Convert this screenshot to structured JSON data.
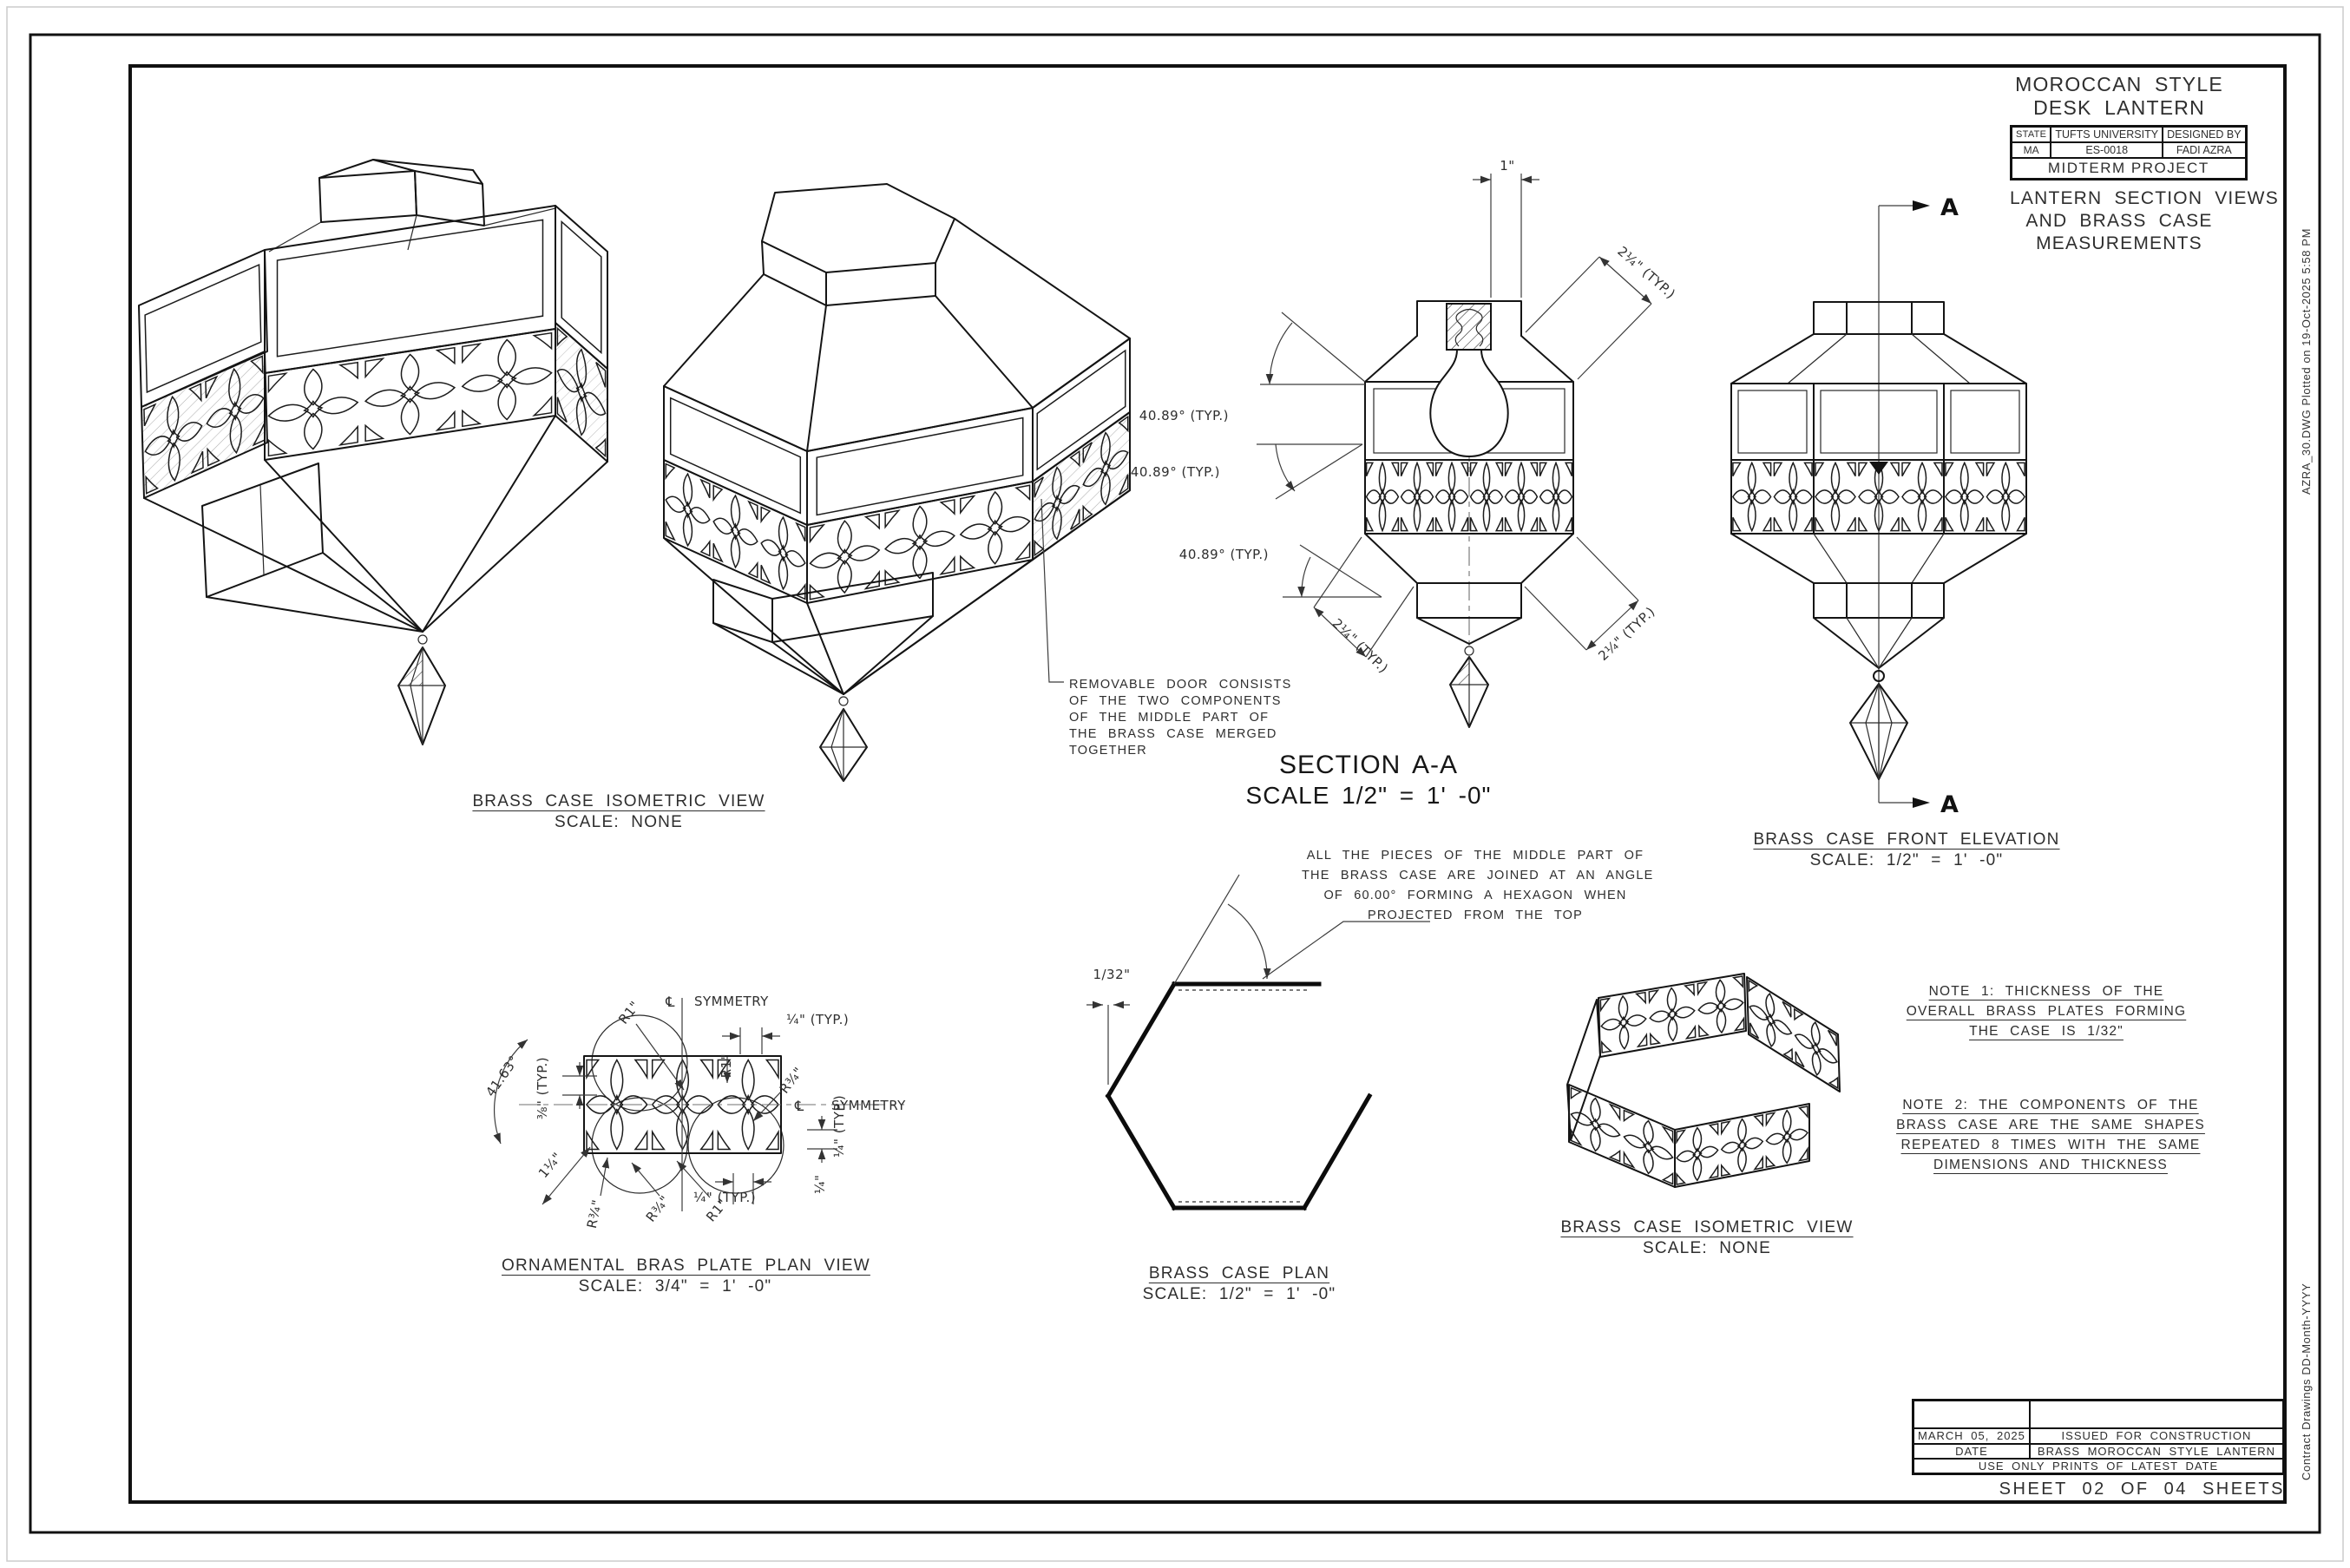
{
  "titleblock": {
    "title1": "MOROCCAN STYLE",
    "title2": "DESK LANTERN",
    "state_label": "STATE",
    "university": "TUFTS UNIVERSITY",
    "designed_by_label": "DESIGNED BY",
    "state_value": "MA",
    "course_code": "ES-0018",
    "designer": "FADI AZRA",
    "project": "MIDTERM PROJECT",
    "subtitle1": "LANTERN SECTION VIEWS",
    "subtitle2": "AND BRASS CASE",
    "subtitle3": "MEASUREMENTS"
  },
  "margins": {
    "plot_info": "AZRA_30.DWG      Plotted on  19-Oct-2025  5:58 PM",
    "contract_info": "Contract Drawings    DD-Month-YYYY"
  },
  "revblock": {
    "date_value": "MARCH 05, 2025",
    "issued_for": "ISSUED FOR CONSTRUCTION",
    "date_label": "DATE",
    "description": "BRASS MOROCCAN STYLE LANTERN",
    "use_note": "USE ONLY PRINTS OF LATEST DATE",
    "sheet_info": "SHEET 02 OF 04 SHEETS"
  },
  "captions": {
    "iso_title": "BRASS CASE ISOMETRIC VIEW",
    "scale_none": "SCALE: NONE",
    "section_title": "SECTION A-A",
    "section_scale": "SCALE 1/2\" = 1' -0\"",
    "elevation_title": "BRASS CASE FRONT ELEVATION",
    "scale_half": "SCALE: 1/2\" = 1' -0\"",
    "plate_title": "ORNAMENTAL BRAS PLATE PLAN VIEW",
    "plate_scale": "SCALE: 3/4\" = 1' -0\"",
    "plan_title": "BRASS CASE PLAN"
  },
  "notes": {
    "door_line1": "REMOVABLE DOOR CONSISTS",
    "door_line2": "OF THE TWO COMPONENTS",
    "door_line3": "OF THE MIDDLE PART OF",
    "door_line4": "THE BRASS CASE MERGED",
    "door_line5": "TOGETHER",
    "hex_line1": "ALL THE PIECES OF THE MIDDLE PART OF",
    "hex_line2": "THE BRASS CASE ARE JOINED AT AN ANGLE",
    "hex_line3": "OF 60.00° FORMING A HEXAGON WHEN",
    "hex_line4": "PROJECTED FROM THE TOP",
    "note1_line1": "NOTE 1: THICKNESS OF THE",
    "note1_line2": "OVERALL BRASS PLATES FORMING",
    "note1_line3": "THE CASE IS 1/32\"",
    "note2_line1": "NOTE 2: THE COMPONENTS OF THE",
    "note2_line2": "BRASS CASE ARE THE SAME SHAPES",
    "note2_line3": "REPEATED 8 TIMES WITH THE SAME",
    "note2_line4": "DIMENSIONS AND THICKNESS"
  },
  "dims": {
    "one_inch": "1\"",
    "two_quarter_typ": "2¼\" (TYP.)",
    "angle_4089": "40.89° (TYP.)",
    "angle_4163": "41.63°",
    "r_one": "R1\"",
    "r_three_quarter": "R¾\"",
    "quarter_typ": "¼\" (TYP.)",
    "quarter": "¼\"",
    "three_eighth_typ": "⅜\" (TYP.)",
    "one_thirtysecond": "1/32\"",
    "one_quarter": "1¼\"",
    "centerline_symbol": "℄",
    "symmetry": "SYMMETRY",
    "section_mark": "A"
  }
}
